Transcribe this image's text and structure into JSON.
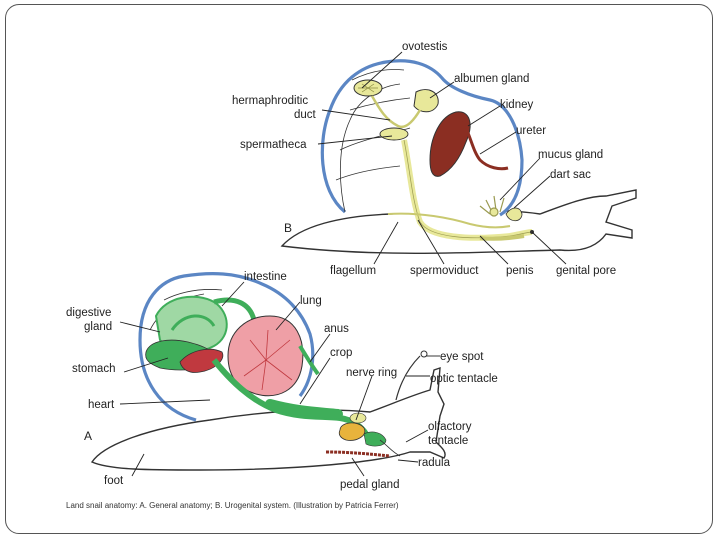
{
  "colors": {
    "shell_blue": "#5b86c4",
    "green": "#3fae5a",
    "light_green": "#9fd8a4",
    "pink": "#ef9fa6",
    "red": "#c0393f",
    "brown": "#8b2e22",
    "yellow": "#e8e89a",
    "orange": "#e8b33c"
  },
  "diagram_b": {
    "panel_label": "B",
    "labels": {
      "ovotestis": "ovotestis",
      "albumen_gland": "albumen gland",
      "hermaphroditic_duct_1": "hermaphroditic",
      "hermaphroditic_duct_2": "duct",
      "kidney": "kidney",
      "ureter": "ureter",
      "spermatheca": "spermatheca",
      "mucus_gland": "mucus gland",
      "dart_sac": "dart sac",
      "flagellum": "flagellum",
      "spermoviduct": "spermoviduct",
      "penis": "penis",
      "genital_pore": "genital pore"
    }
  },
  "diagram_a": {
    "panel_label": "A",
    "labels": {
      "intestine": "intestine",
      "digestive_gland_1": "digestive",
      "digestive_gland_2": "gland",
      "lung": "lung",
      "anus": "anus",
      "crop": "crop",
      "stomach": "stomach",
      "nerve_ring": "nerve ring",
      "eye_spot": "eye spot",
      "optic_tentacle": "optic tentacle",
      "heart": "heart",
      "olfactory_tentacle_1": "olfactory",
      "olfactory_tentacle_2": "tentacle",
      "foot": "foot",
      "radula": "radula",
      "pedal_gland": "pedal gland"
    }
  },
  "caption": "Land snail anatomy: A. General anatomy; B. Urogenital system. (Illustration by Patricia Ferrer)"
}
